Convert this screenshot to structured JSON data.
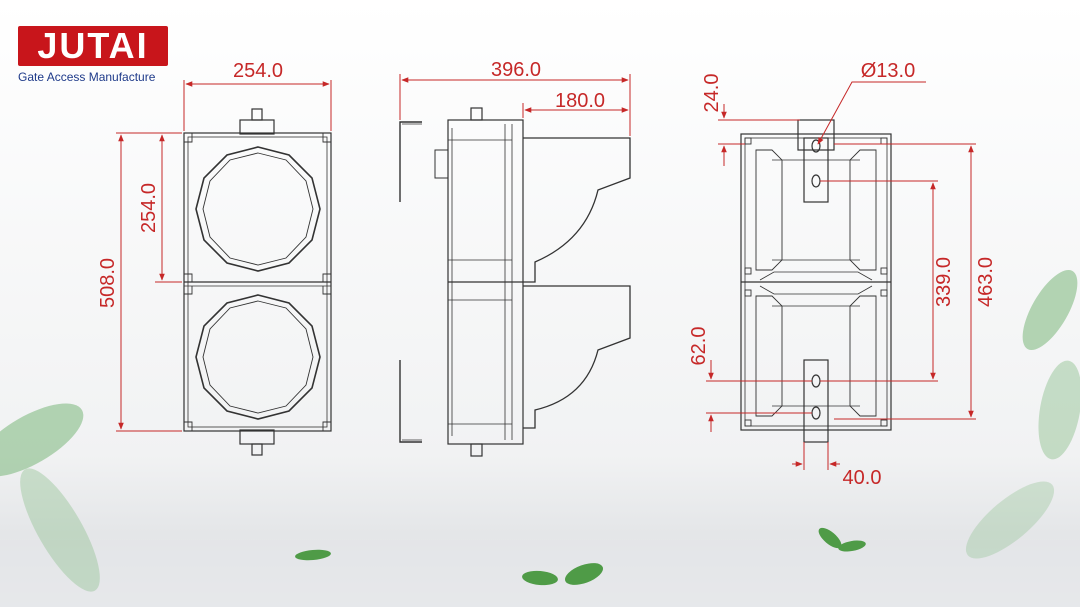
{
  "brand": {
    "name": "JUTAI",
    "tagline": "Gate Access Manufacture",
    "color": "#c8151b"
  },
  "colors": {
    "dimension": "#c62828",
    "outline": "#333333",
    "background_top": "#ffffff",
    "background_bottom": "#e6e8ea"
  },
  "dimensions": {
    "front_width": "254.0",
    "front_module_height": "254.0",
    "front_total_height": "508.0",
    "side_depth": "396.0",
    "side_visor": "180.0",
    "back_top_offset": "24.0",
    "back_hole_diameter": "Ø13.0",
    "back_hole_spacing": "339.0",
    "back_total_height": "463.0",
    "back_bottom_offset": "62.0",
    "back_bracket_width": "40.0"
  }
}
